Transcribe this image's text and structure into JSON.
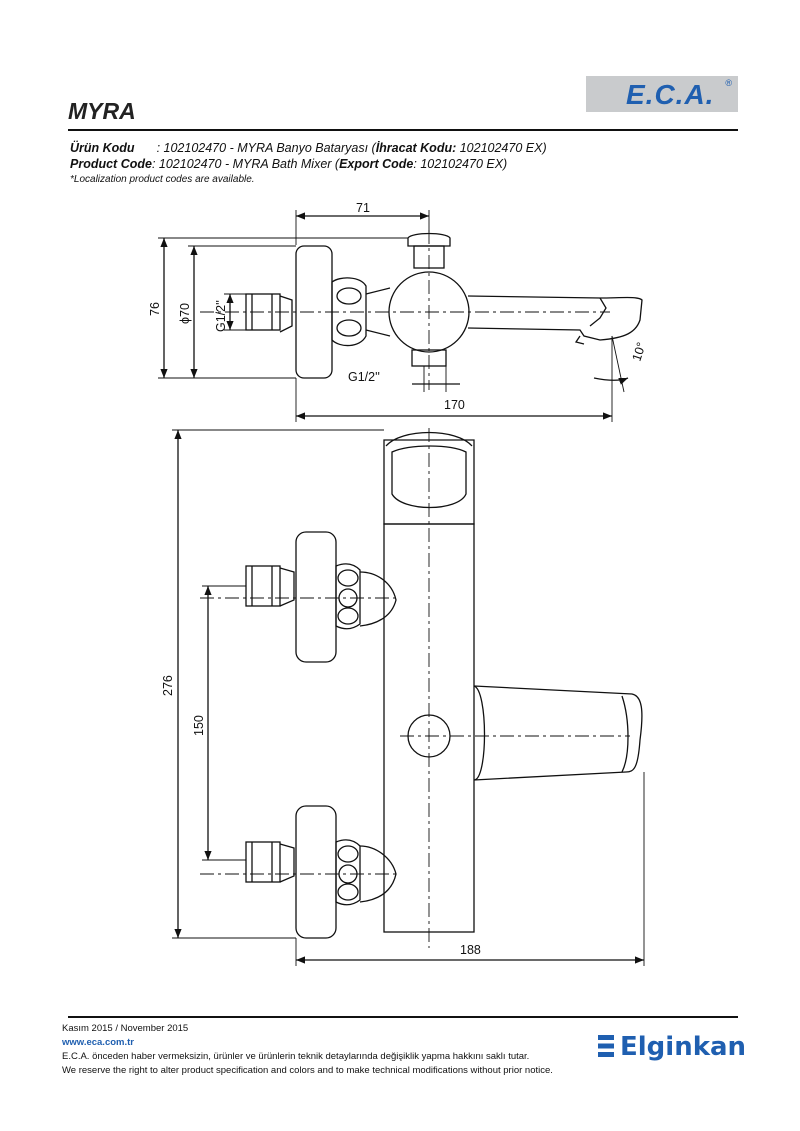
{
  "brand": {
    "logo_text": "E.C.A.",
    "logo_reg": "®",
    "accent_color": "#1f5fb0",
    "logo_bg": "#c9cbcd"
  },
  "product": {
    "title": "MYRA",
    "tr_label": "Ürün Kodu",
    "tr_value_prefix": ": 102102470 - MYRA Banyo Bataryası (",
    "tr_export_label": "İhracat Kodu:",
    "tr_export_value": " 102102470 EX)",
    "en_label": "Product Code",
    "en_value_prefix": ": 102102470 - MYRA Bath Mixer (",
    "en_export_label": "Export Code",
    "en_export_value": ": 102102470 EX)",
    "note": "*Localization product codes are available."
  },
  "drawing": {
    "dims": {
      "d71": "71",
      "d76": "76",
      "d70": "ϕ70",
      "g12_left": "G1/2''",
      "g12_bottom": "G1/2''",
      "d170": "170",
      "d10": "10°",
      "d276": "276",
      "d150": "150",
      "d188": "188"
    }
  },
  "footer": {
    "date": "Kasım 2015 / November 2015",
    "url": "www.eca.com.tr",
    "disclaimer_tr": "E.C.A. önceden haber vermeksizin, ürünler ve ürünlerin teknik detaylarında değişiklik yapma hakkını saklı tutar.",
    "disclaimer_en": "We reserve the right to alter product specification and colors and to make technical modifications without prior notice.",
    "brand2": "Elginkan"
  }
}
